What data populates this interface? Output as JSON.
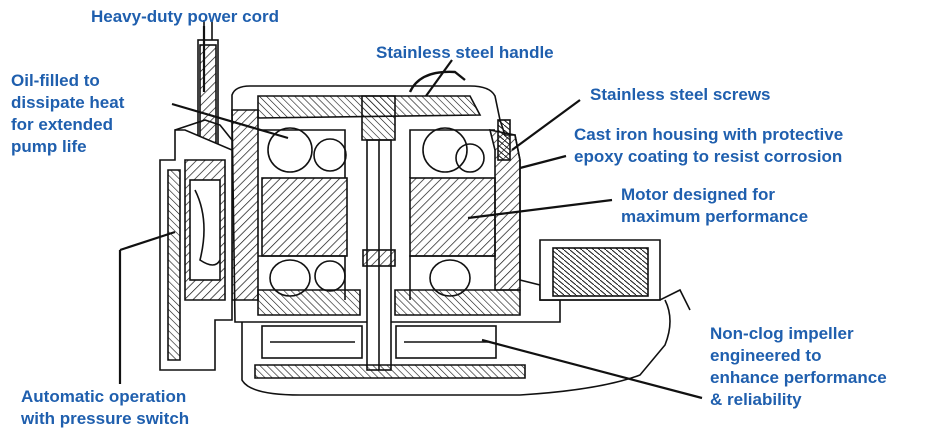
{
  "colors": {
    "label": "#1f5fae",
    "ink": "#111111"
  },
  "labels": {
    "power_cord": "Heavy-duty power cord",
    "oil_filled": "Oil-filled to\ndissipate heat\nfor extended\npump life",
    "automatic": "Automatic operation\nwith pressure switch",
    "handle": "Stainless steel handle",
    "screws": "Stainless steel screws",
    "housing": "Cast iron housing with protective\nepoxy coating to resist corrosion",
    "motor": "Motor designed for\nmaximum performance",
    "impeller": "Non-clog impeller\nengineered to\nenhance performance\n& reliability"
  }
}
